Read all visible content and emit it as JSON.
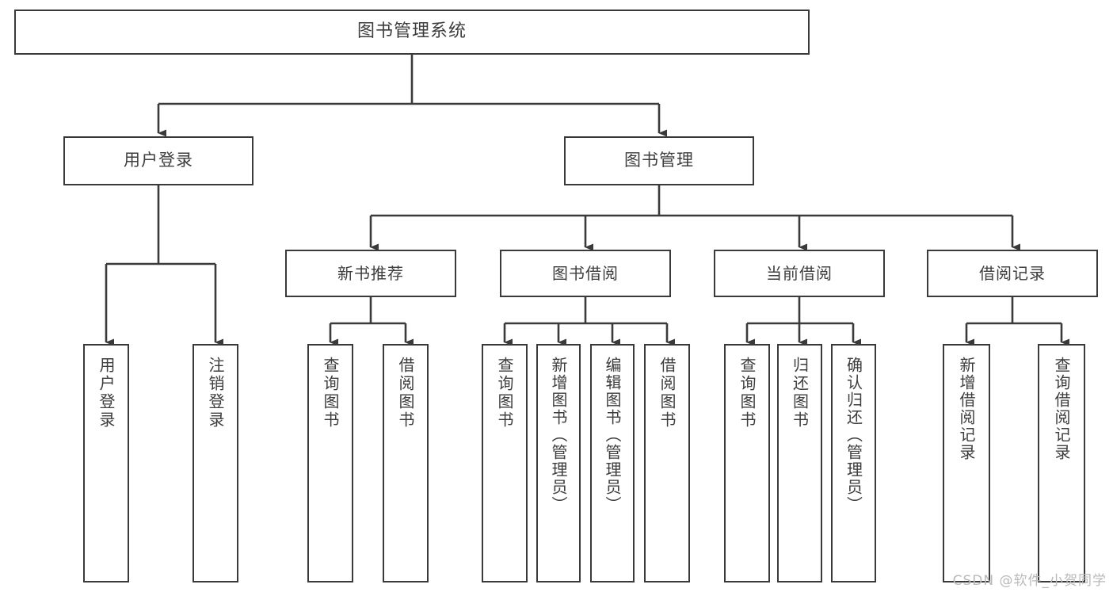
{
  "diagram": {
    "title": "图书管理系统",
    "type": "tree",
    "watermark": "CSDN @软件_小贺同学",
    "colors": {
      "stroke": "#3a3a3a",
      "text": "#3d3d3d",
      "background": "#ffffff",
      "watermark": "#b9b9b9"
    },
    "root": {
      "label": "图书管理系统"
    },
    "level1": [
      {
        "label": "用户登录"
      },
      {
        "label": "图书管理"
      }
    ],
    "level2": [
      {
        "label": "新书推荐"
      },
      {
        "label": "图书借阅"
      },
      {
        "label": "当前借阅"
      },
      {
        "label": "借阅记录"
      }
    ],
    "leaves": [
      {
        "label": "用户登录"
      },
      {
        "label": "注销登录"
      },
      {
        "label": "查询图书"
      },
      {
        "label": "借阅图书"
      },
      {
        "label": "查询图书"
      },
      {
        "label": "新增图书（管理员）"
      },
      {
        "label": "编辑图书（管理员）"
      },
      {
        "label": "借阅图书"
      },
      {
        "label": "查询图书"
      },
      {
        "label": "归还图书"
      },
      {
        "label": "确认归还（管理员）"
      },
      {
        "label": "新增借阅记录"
      },
      {
        "label": "查询借阅记录"
      }
    ]
  }
}
